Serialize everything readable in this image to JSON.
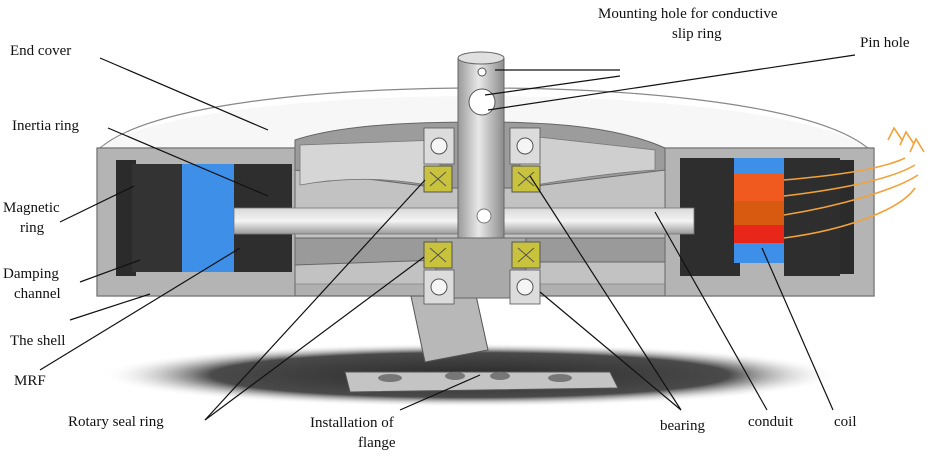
{
  "labels": {
    "end_cover": "End cover",
    "inertia_ring": "Inertia ring",
    "magnetic_ring_1": "Magnetic",
    "magnetic_ring_2": "ring",
    "damping_channel_1": "Damping",
    "damping_channel_2": "channel",
    "the_shell": "The shell",
    "mrf": "MRF",
    "rotary_seal_ring": "Rotary seal ring",
    "installation_flange_1": "Installation of",
    "installation_flange_2": "flange",
    "mounting_hole_1": "Mounting hole for conductive",
    "mounting_hole_2": "slip ring",
    "pin_hole": "Pin hole",
    "bearing": "bearing",
    "conduit": "conduit",
    "coil": "coil"
  },
  "colors": {
    "shell": "#a9a9a9",
    "shell_light": "#c9c9c9",
    "shell_dark": "#8a8a8a",
    "magnet": "#2e2e2e",
    "mrf": "#3d8fe8",
    "seal": "#c8c23c",
    "coil_orange": "#f05a1e",
    "coil_red": "#e8261a",
    "coil_blue": "#3d8fe8",
    "coil_wire": "#f2a23a",
    "shadow": "#3a3a3a"
  }
}
